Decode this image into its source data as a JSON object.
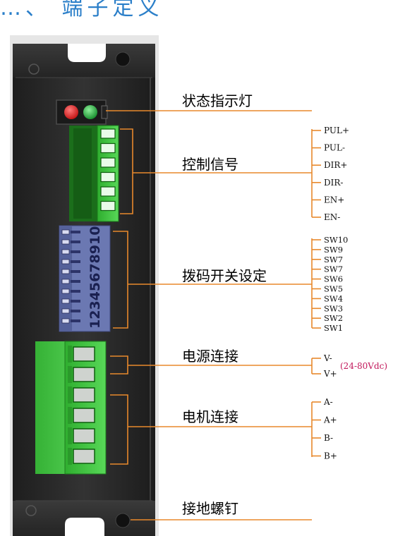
{
  "heading": "…、 端子定义",
  "callouts": [
    {
      "id": "status",
      "label": "状态指示灯"
    },
    {
      "id": "control",
      "label": "控制信号"
    },
    {
      "id": "dip",
      "label": "拨码开关设定"
    },
    {
      "id": "power",
      "label": "电源连接"
    },
    {
      "id": "motor",
      "label": "电机连接"
    },
    {
      "id": "ground",
      "label": "接地螺钉"
    }
  ],
  "control_pins": [
    "PUL+",
    "PUL-",
    "DIR+",
    "DIR-",
    "EN+",
    "EN-"
  ],
  "dip_switches": [
    "SW10",
    "SW9",
    "SW7",
    "SW7",
    "SW6",
    "SW5",
    "SW4",
    "SW3",
    "SW2",
    "SW1"
  ],
  "dip_numbers": "12345678910",
  "power_pins": [
    "V-",
    "V+"
  ],
  "power_voltage": "(24-80Vdc)",
  "motor_pins": [
    "A-",
    "A+",
    "B-",
    "B+"
  ],
  "colors": {
    "leader_line": "#e8892c",
    "power_voltage_text": "#c2185b",
    "heading": "#2b7fc9",
    "terminal_green": "#3ec63e",
    "led_red": "#e02020",
    "led_green": "#22aa33",
    "body_dark": "#2b2b2b",
    "dip_blue": "#5a6aa8"
  }
}
